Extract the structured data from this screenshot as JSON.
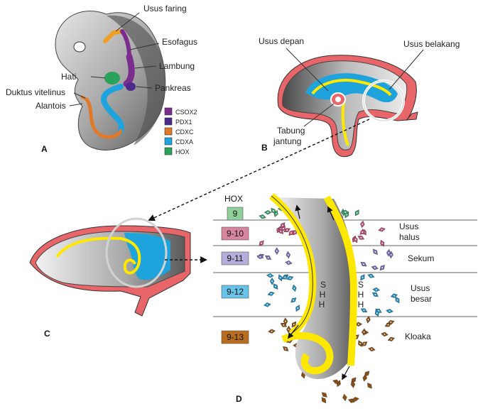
{
  "panels": {
    "a": "A",
    "b": "B",
    "c": "C",
    "d": "D"
  },
  "panel_a": {
    "labels": {
      "usus_faring": "Usus faring",
      "esofagus": "Esofagus",
      "lambung": "Lambung",
      "hati": "Hati",
      "pankreas": "Pankreas",
      "duktus_vitelinus": "Duktus vitelinus",
      "alantois": "Alantois"
    },
    "legend": [
      {
        "label": "CSOX2",
        "color": "#7b2d8e"
      },
      {
        "label": "PDX1",
        "color": "#4b2a8c"
      },
      {
        "label": "CDXC",
        "color": "#e07a2a"
      },
      {
        "label": "CDXA",
        "color": "#1fa3dc"
      },
      {
        "label": "HOX",
        "color": "#2aa35a"
      }
    ]
  },
  "panel_b": {
    "labels": {
      "usus_depan": "Usus depan",
      "usus_belakang": "Usus belakang",
      "tabung_1": "Tabung",
      "tabung_2": "jantung"
    }
  },
  "panel_d": {
    "hox_header": "HOX",
    "shh_letters": [
      "S",
      "H",
      "H"
    ],
    "zones": [
      {
        "hox": "9",
        "color": "#8fcf9a",
        "label": [],
        "cell_color": "#3aa06a"
      },
      {
        "hox": "9-10",
        "color": "#d8869e",
        "label": [
          "Usus",
          "halus"
        ],
        "cell_color": "#c24d73"
      },
      {
        "hox": "9-11",
        "color": "#b7addb",
        "label": [
          "Sekum"
        ],
        "cell_color": "#7a6bb5"
      },
      {
        "hox": "9-12",
        "color": "#67c4e8",
        "label": [
          "Usus",
          "besar"
        ],
        "cell_color": "#1d8fc4"
      },
      {
        "hox": "9-13",
        "color": "#b86e1e",
        "label": [
          "Kloaka"
        ],
        "cell_color": "#8a4e12"
      }
    ]
  },
  "colors": {
    "tissue_gray": "#9a9a9a",
    "tissue_dark": "#5a5a5a",
    "mesoderm_red": "#e8656a",
    "endoderm_yellow": "#ffe800",
    "endoderm_blue": "#1fa3dc"
  }
}
